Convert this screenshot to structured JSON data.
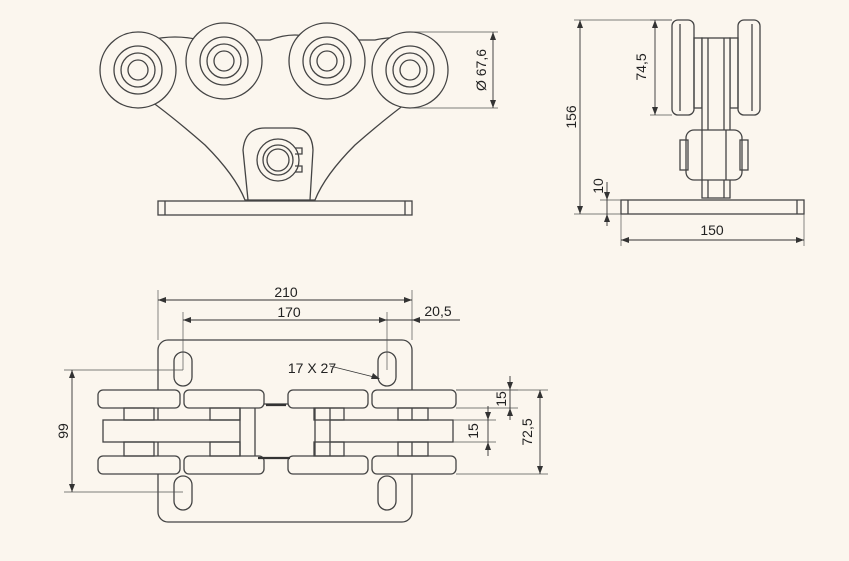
{
  "dimensions": {
    "wheel_diameter": "Ø 67,6",
    "wheel_height": "74,5",
    "total_height": "156",
    "plate_thickness": "10",
    "plate_width": "150",
    "plate_length": "210",
    "hole_spacing": "170",
    "hole_offset": "20,5",
    "slot_size": "17 X 27",
    "depth": "99",
    "gap_top": "15",
    "gap_mid": "15",
    "wheel_span": "72,5"
  }
}
